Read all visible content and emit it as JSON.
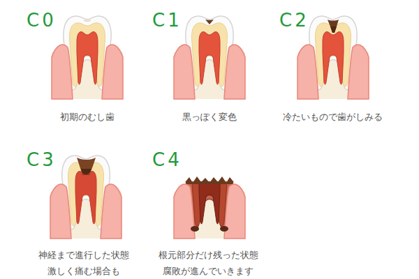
{
  "diagram": {
    "labels": [
      "C0",
      "初期のむし歯",
      "C1",
      "黒っぽく変色",
      "C2",
      "冷たいもので歯がしみる",
      "C3",
      "神経まで進行した状態",
      "激しく痛む場合も",
      "C4",
      "根元部分だけ残った状態",
      "腐敗が進んでいきます"
    ]
  }
}
